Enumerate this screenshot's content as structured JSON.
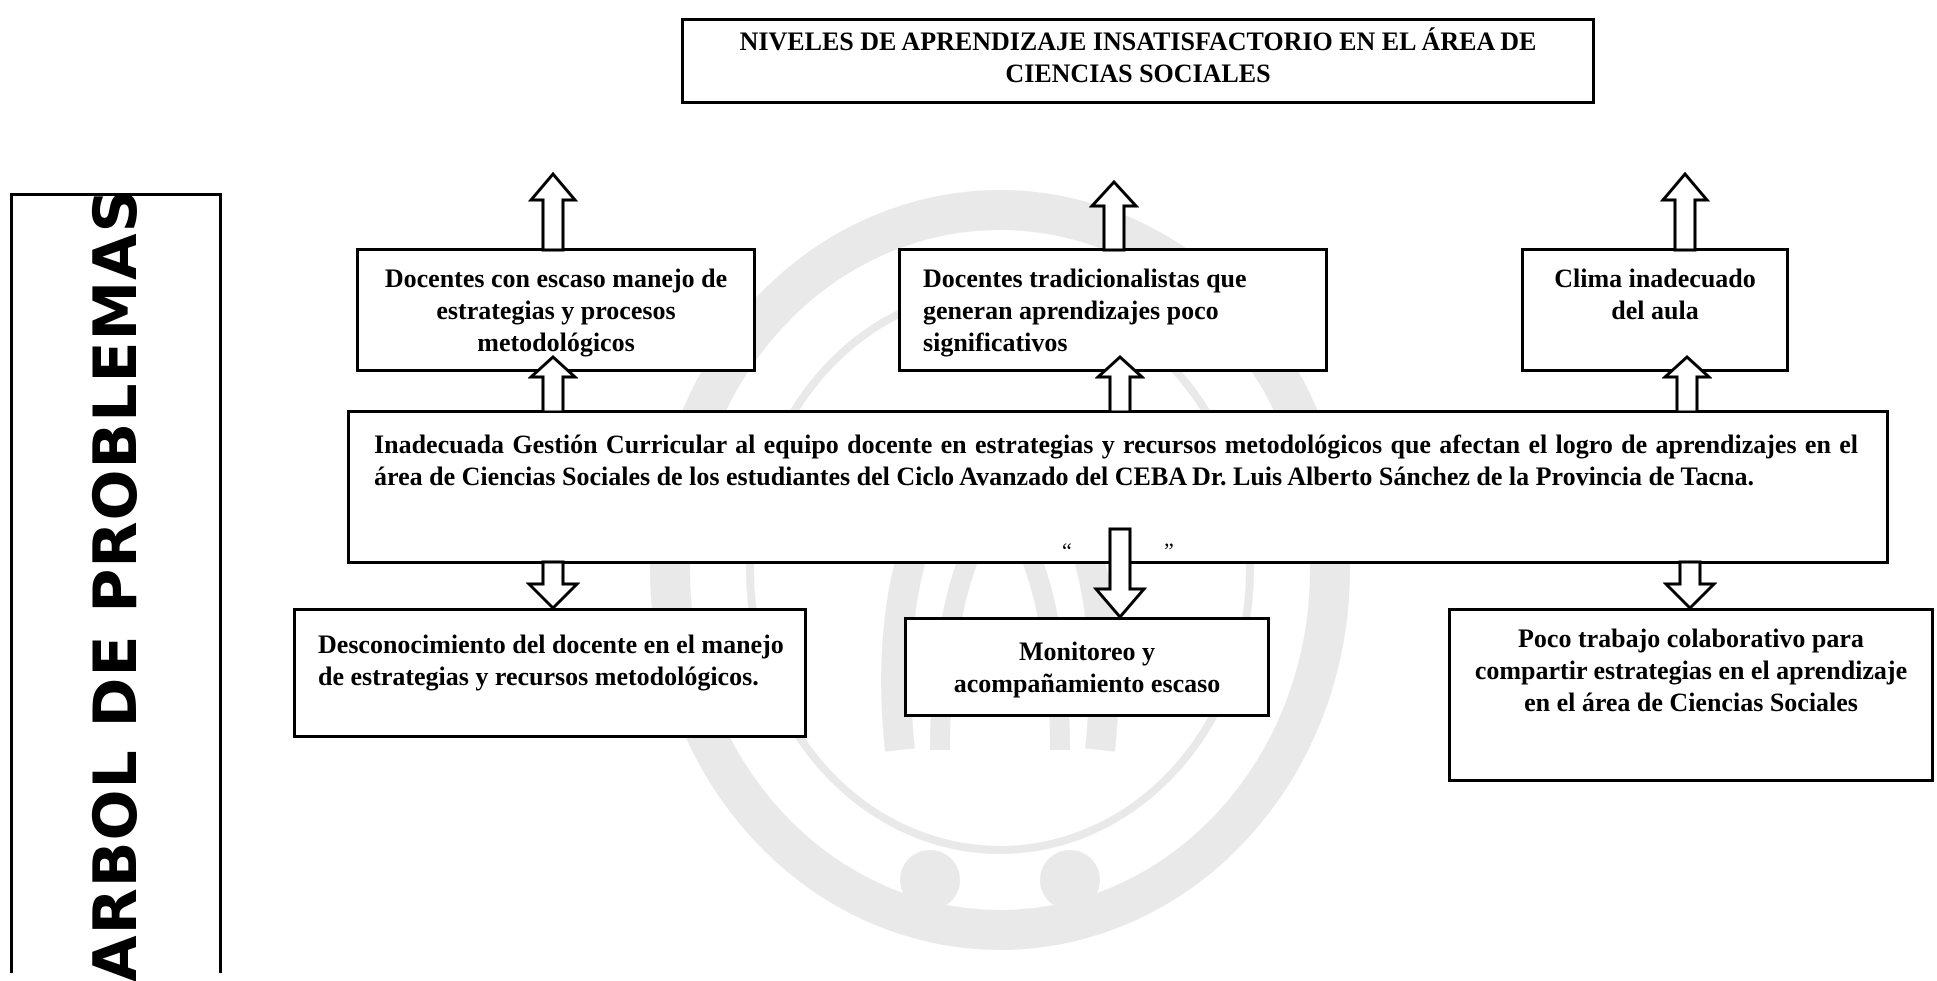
{
  "side_title": "ARBOL DE PROBLEMAS",
  "effect_top": "NIVELES DE APRENDIZAJE INSATISFACTORIO EN EL ÁREA DE CIENCIAS SOCIALES",
  "effects": [
    "Docentes con escaso manejo de estrategias y procesos metodológicos",
    "Docentes tradicionalistas que generan aprendizajes poco significativos",
    "Clima inadecuado del aula"
  ],
  "core_problem": "Inadecuada Gestión Curricular al equipo docente en estrategias y recursos metodológicos que afectan el logro de aprendizajes en el área de Ciencias Sociales de los estudiantes del Ciclo Avanzado del CEBA Dr. Luis Alberto Sánchez de la Provincia de Tacna.",
  "causes": [
    "Desconocimiento del docente en el manejo de estrategias y recursos metodológicos.",
    "Monitoreo y acompañamiento escaso",
    "Poco trabajo colaborativo para compartir estrategias en el aprendizaje en el área de Ciencias Sociales"
  ],
  "stray_marks": [
    "“",
    "”"
  ]
}
